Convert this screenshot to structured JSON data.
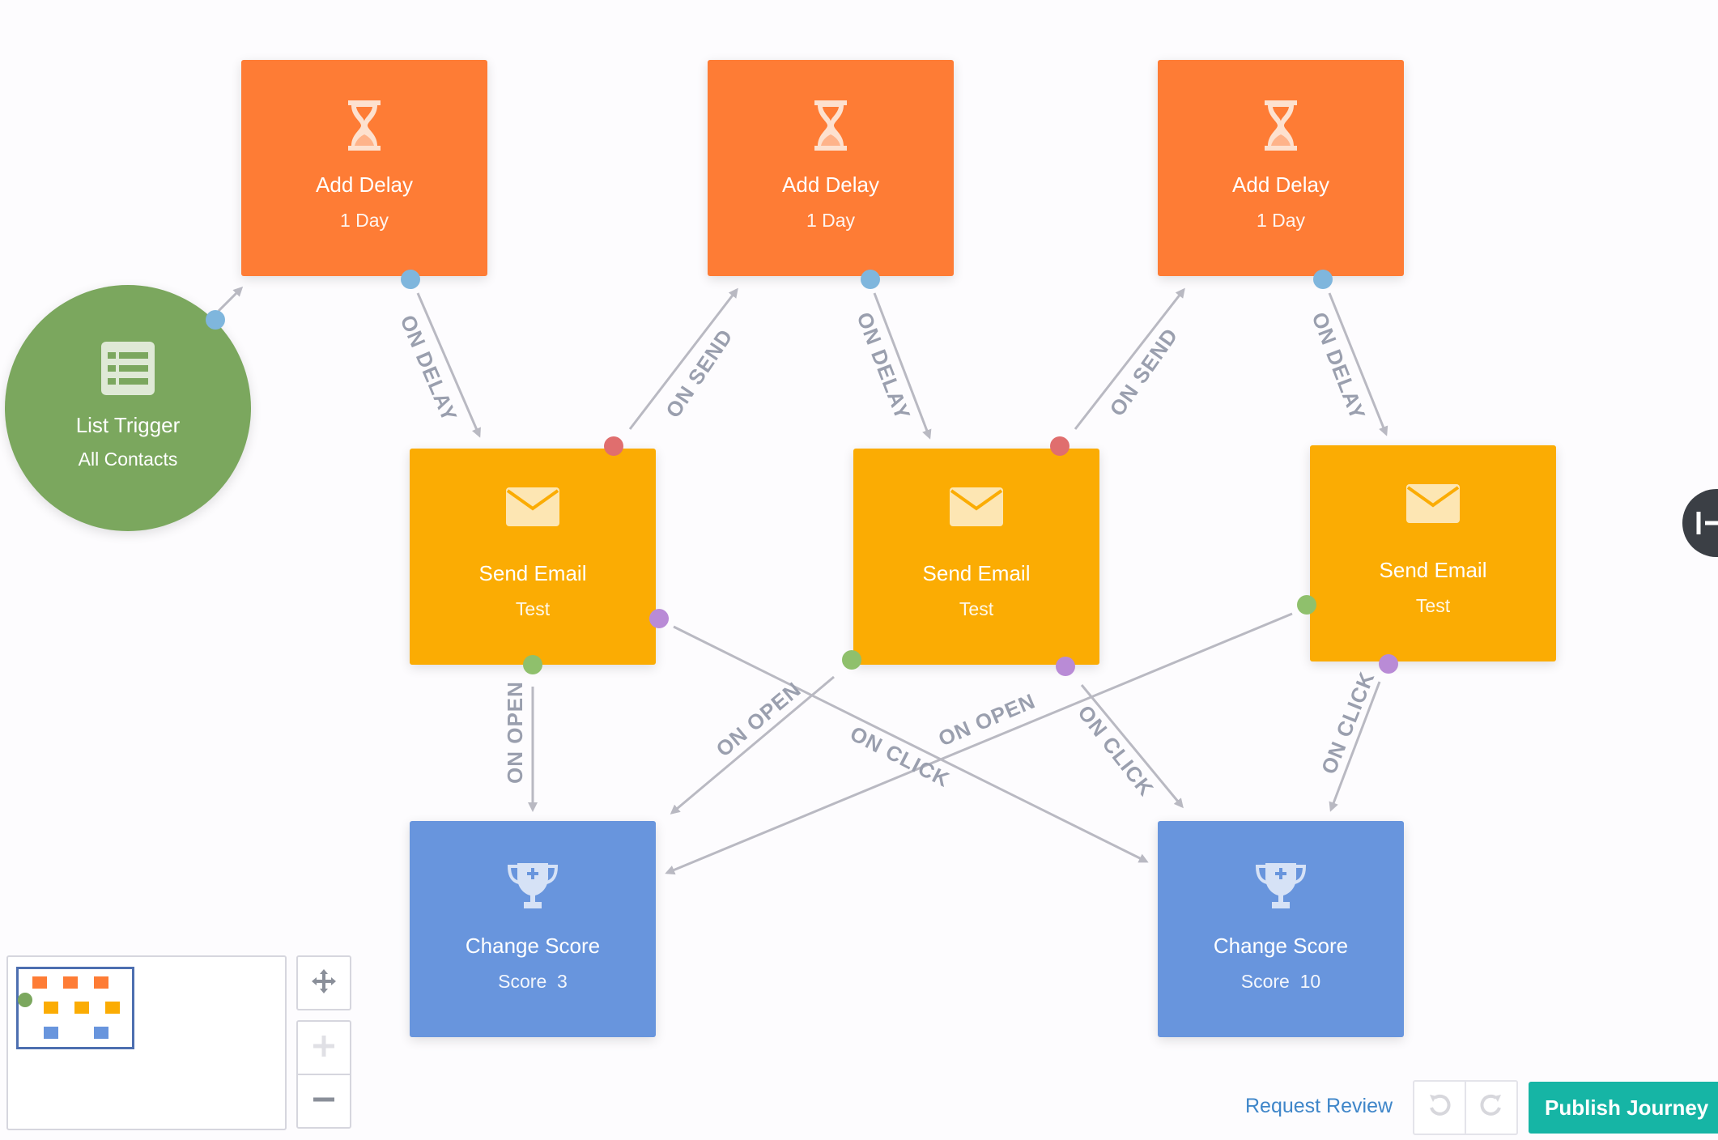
{
  "trigger": {
    "title": "List Trigger",
    "subtitle": "All Contacts",
    "color": "#7ba75e",
    "icon": "list-icon"
  },
  "nodes": {
    "delay1": {
      "title": "Add Delay",
      "subtitle": "1 Day",
      "icon": "hourglass-icon"
    },
    "delay2": {
      "title": "Add Delay",
      "subtitle": "1 Day",
      "icon": "hourglass-icon"
    },
    "delay3": {
      "title": "Add Delay",
      "subtitle": "1 Day",
      "icon": "hourglass-icon"
    },
    "email1": {
      "title": "Send Email",
      "subtitle": "Test",
      "icon": "envelope-icon"
    },
    "email2": {
      "title": "Send Email",
      "subtitle": "Test",
      "icon": "envelope-icon"
    },
    "email3": {
      "title": "Send Email",
      "subtitle": "Test",
      "icon": "envelope-icon"
    },
    "score1": {
      "title": "Change Score",
      "subtitle": "Score  3",
      "icon": "trophy-icon"
    },
    "score2": {
      "title": "Change Score",
      "subtitle": "Score  10",
      "icon": "trophy-icon"
    }
  },
  "edge_labels": {
    "on_delay": "ON DELAY",
    "on_send": "ON SEND",
    "on_open": "ON OPEN",
    "on_click": "ON CLICK"
  },
  "colors": {
    "delay": "#fe7c35",
    "email": "#fbac03",
    "score": "#6895dd",
    "edge": "#b9b9c2",
    "publish": "#16b5a5",
    "link": "#3f86c9"
  },
  "controls": {
    "move_icon": "move-icon",
    "zoom_in_icon": "plus-icon",
    "zoom_out_icon": "minus-icon",
    "undo_icon": "undo-icon",
    "redo_icon": "redo-icon",
    "side_panel_icon": "panel-toggle-icon"
  },
  "footer": {
    "request_review": "Request Review",
    "publish": "Publish Journey"
  }
}
